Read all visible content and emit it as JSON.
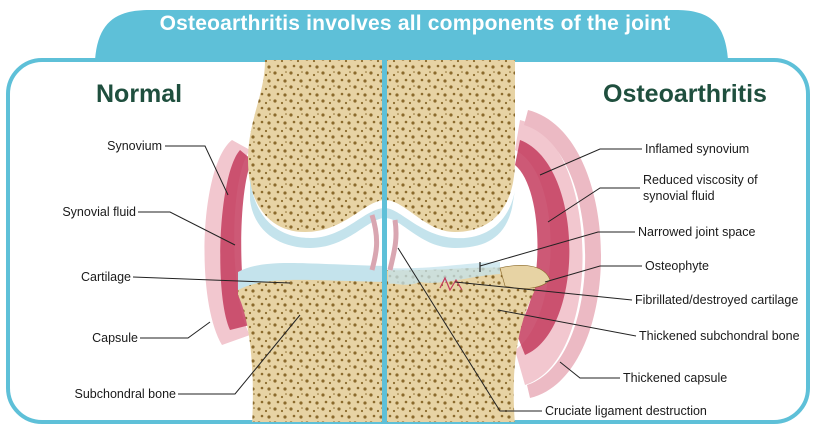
{
  "title": "Osteoarthritis involves all components of the joint",
  "panels": {
    "normal": {
      "heading": "Normal",
      "labels": [
        "Synovium",
        "Synovial fluid",
        "Cartilage",
        "Capsule",
        "Subchondral bone"
      ]
    },
    "osteoarthritis": {
      "heading": "Osteoarthritis",
      "labels": [
        "Inflamed synovium",
        "Reduced viscosity of",
        "synovial fluid",
        "Narrowed joint space",
        "Osteophyte",
        "Fibrillated/destroyed cartilage",
        "Thickened subchondral bone",
        "Thickened capsule",
        "Cruciate ligament destruction"
      ]
    }
  },
  "colors": {
    "frame": "#5ec0d8",
    "bone": "#e7d3a4",
    "bone_pore": "#8b6a2c",
    "cartilage": "#c4e3ec",
    "capsule": "#f2c7cf",
    "synovium_fluid": "#c43c5e",
    "heading": "#1f4f3e"
  }
}
